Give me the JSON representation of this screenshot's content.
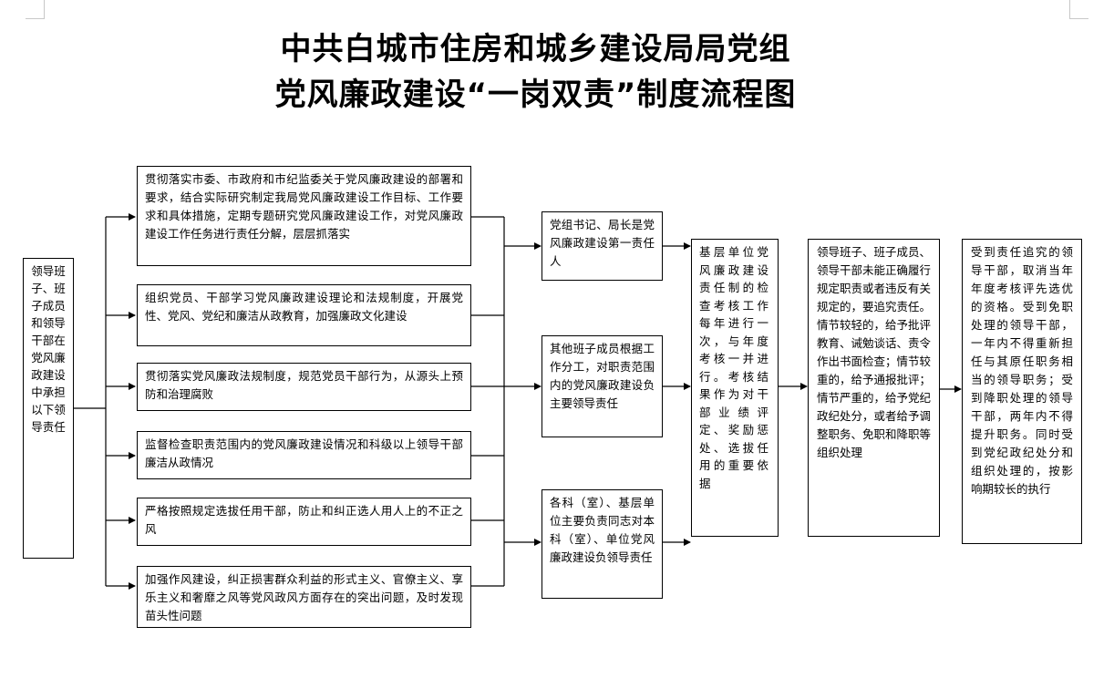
{
  "title": {
    "line1": "中共白城市住房和城乡建设局局党组",
    "line2": "党风廉政建设“一岗双责”制度流程图"
  },
  "left_box": "领导班子、班子成员和领导干部在党风廉政建设中承担以下领导责任",
  "duties": [
    "贯彻落实市委、市政府和市纪监委关于党风廉政建设的部署和要求，结合实际研究制定我局党风廉政建设工作目标、工作要求和具体措施，定期专题研究党风廉政建设工作，对党风廉政建设工作任务进行责任分解，层层抓落实",
    "组织党员、干部学习党风廉政建设理论和法规制度，开展党性、党风、党纪和廉洁从政教育，加强廉政文化建设",
    "贯彻落实党风廉政法规制度，规范党员干部行为，从源头上预防和治理腐败",
    "监督检查职责范围内的党风廉政建设情况和科级以上领导干部廉洁从政情况",
    "严格按照规定选拔任用干部，防止和纠正选人用人上的不正之风",
    "加强作风建设，纠正损害群众利益的形式主义、官僚主义、享乐主义和奢靡之风等党风政风方面存在的突出问题，及时发现苗头性问题"
  ],
  "responsibles": [
    "党组书记、局长是党风廉政建设第一责任人",
    "其他班子成员根据工作分工，对职责范围内的党风廉政建设负主要领导责任",
    "各科（室）、基层单位主要负责同志对本科（室）、单位党风廉政建设负领导责任"
  ],
  "assessment": "基层单位党风廉政建设责任制的检查考核工作每年进行一次，与年度考核一并进行。考核结果作为对干部业绩评定、奖励惩处、选拔任用的重要依据",
  "accountability": "领导班子、班子成员、领导干部未能正确履行规定职责或者违反有关规定的，要追究责任。情节较轻的，给予批评教育、诫勉谈话、责令作出书面检查；情节较重的，给予通报批评；情节严重的，给予党纪政纪处分，或者给予调整职务、免职和降职等组织处理",
  "consequences": "受到责任追究的领导干部，取消当年年度考核评先选优的资格。受到免职处理的领导干部，一年内不得重新担任与其原任职务相当的领导职务；受到降职处理的领导干部，两年内不得提升职务。同时受到党纪政纪处分和组织处理的，按影响期较长的执行"
}
